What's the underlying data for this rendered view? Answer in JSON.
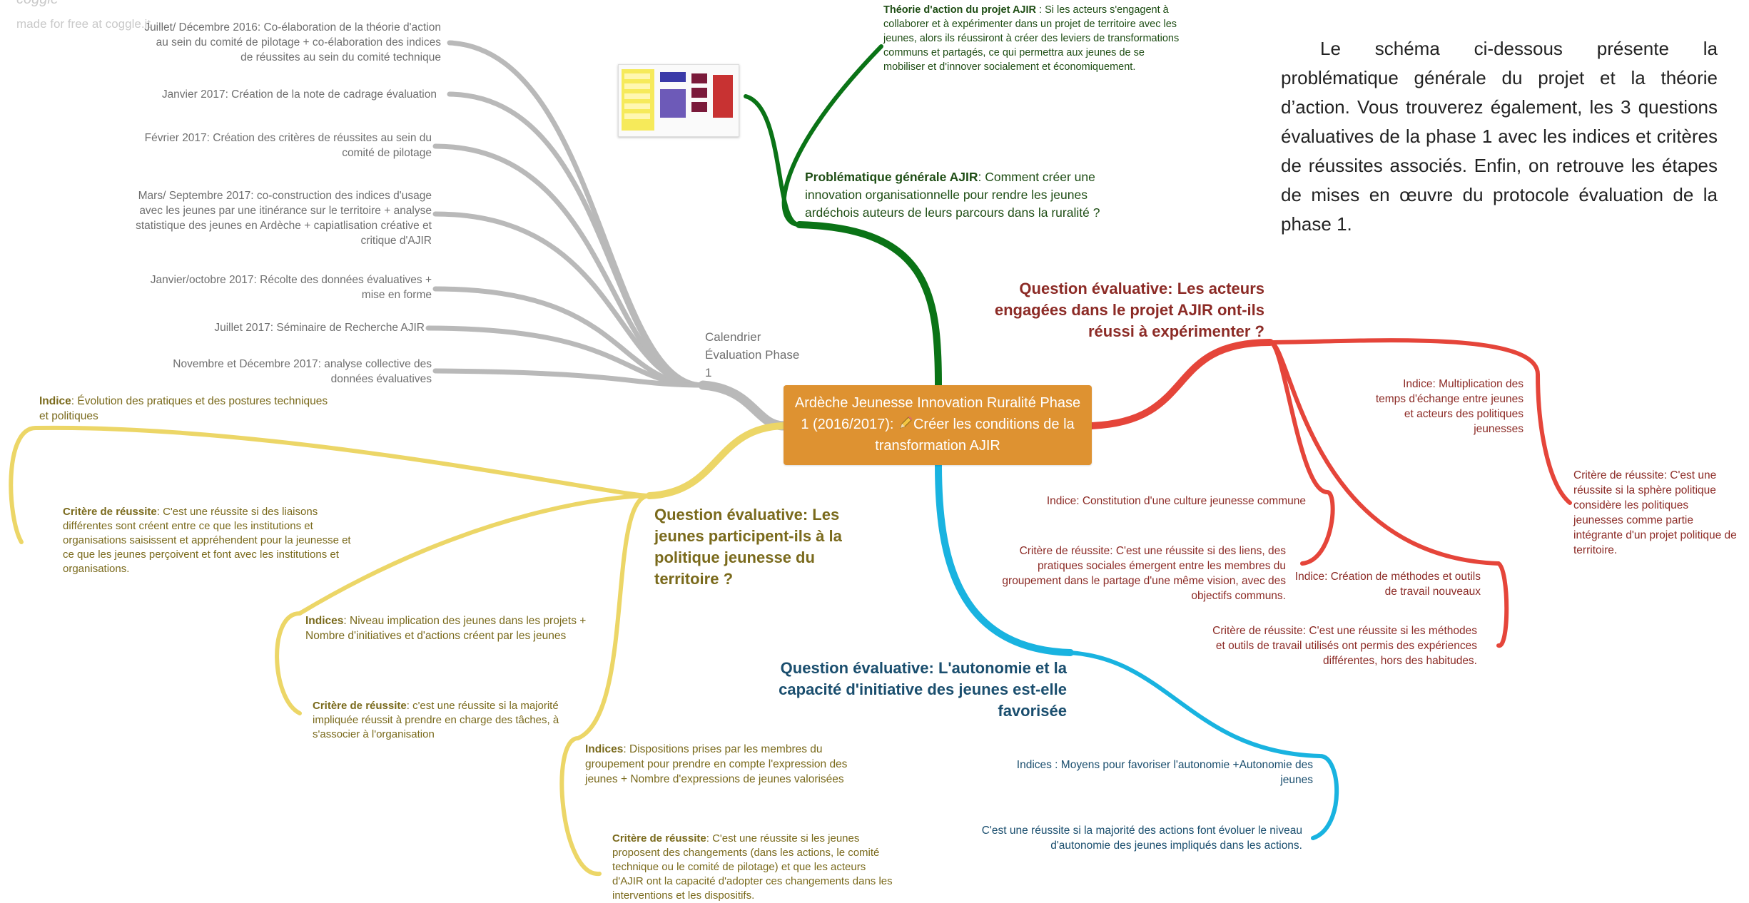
{
  "watermark": {
    "logo": "coggle",
    "text": "made for free at coggle.it"
  },
  "intro_text": "Le schéma ci-dessous présente la problématique générale du projet et la théorie d’action. Vous trouverez également, les 3 questions évaluatives de la phase 1 avec les indices et critères de réussites associés. Enfin, on retrouve les étapes de mises en œuvre du protocole évaluation de la phase 1.",
  "center": {
    "text_before": "Ardèche Jeunesse Innovation Ruralité Phase 1 (2016/2017): ",
    "text_after": "Créer les conditions de la transformation AJIR",
    "icon": "pencil-icon"
  },
  "green": {
    "theorie_label": "Théorie d'action du projet AJIR",
    "theorie_text": " : Si les acteurs s'engagent à collaborer et à expérimenter dans un projet de territoire avec les jeunes, alors ils réussiront à créer des leviers de transformations communs et partagés, ce qui permettra aux jeunes de se mobiliser et d'innover socialement et économiquement.",
    "probleme_label": "Problématique générale AJIR",
    "probleme_text": ": Comment créer une innovation organisationnelle pour rendre les jeunes ardéchois auteurs de leurs parcours dans la ruralité ?"
  },
  "calendar": {
    "title": "Calendrier Évaluation Phase 1",
    "items": [
      "Juillet/ Décembre 2016: Co-élaboration de la théorie d'action au sein du comité de pilotage + co-élaboration des indices de réussites au sein du comité technique",
      "Janvier 2017: Création de la note de cadrage évaluation",
      "Février 2017: Création des critères de réussites au sein du comité de pilotage",
      "Mars/ Septembre 2017: co-construction des indices d'usage avec les jeunes par une itinérance sur le territoire + analyse statistique des jeunes en Ardèche + capiatlisation créative et critique d'AJIR",
      "Janvier/octobre 2017: Récolte des données évaluatives + mise en forme",
      "Juillet 2017: Séminaire de Recherche AJIR",
      "Novembre et Décembre 2017: analyse collective des données évaluatives"
    ]
  },
  "red": {
    "question": "Question évaluative: Les acteurs engagées dans le projet AJIR ont-ils réussi à expérimenter ?",
    "indice1": "Indice: Multiplication des temps d'échange entre jeunes et acteurs des politiques jeunesses",
    "critere1": "Critère de réussite: C'est une réussite si la sphère politique considère les politiques jeunesses comme partie intégrante d'un projet politique de territoire.",
    "indice2": "Indice: Constitution d'une culture jeunesse commune",
    "critere2": "Critère de réussite: C'est une réussite si des liens, des pratiques sociales émergent entre les membres du groupement dans le partage d'une même vision, avec des objectifs communs.",
    "indice3": "Indice: Création de méthodes et outils de travail nouveaux",
    "critere3": "Critère de réussite: C'est une réussite si les méthodes et outils de travail utilisés ont permis des expériences différentes, hors des habitudes."
  },
  "blue": {
    "question": "Question évaluative: L'autonomie et la capacité d'initiative des jeunes est-elle favorisée",
    "indice": "Indices : Moyens pour favoriser l'autonomie +Autonomie des jeunes",
    "critere": "C'est une réussite si la majorité des actions font évoluer le niveau d'autonomie des jeunes impliqués dans les actions."
  },
  "yellow": {
    "question": "Question évaluative: Les jeunes participent-ils à la politique jeunesse du territoire ?",
    "indice1_label": "Indice",
    "indice1_text": ": Évolution des pratiques et des postures techniques et politiques",
    "critere1_label": "Critère de réussite",
    "critere1_text": ": C'est une réussite si des liaisons différentes sont créent entre ce que les institutions et organisations saisissent et appréhendent pour la jeunesse et ce que les jeunes perçoivent et font avec les institutions et organisations.",
    "indice2_label": "Indices",
    "indice2_text": ": Niveau implication des jeunes dans les projets + Nombre d'initiatives et d'actions créent par les jeunes",
    "critere2_label": "Critère de réussite",
    "critere2_text": ": c'est une réussite si la majorité impliquée réussit à prendre en charge des tâches, à s'associer à l'organisation",
    "indice3_label": "Indices",
    "indice3_text": ": Dispositions prises par les membres du groupement pour prendre en compte l'expression des jeunes + Nombre d'expressions de jeunes valorisées",
    "critere3_label": "Critère de réussite",
    "critere3_text": ": C'est une réussite si les jeunes proposent des changements (dans les actions, le comité technique ou le comité de pilotage) et que les acteurs d'AJIR ont la capacité d'adopter ces changements dans les interventions et les dispositifs."
  },
  "colors": {
    "grey": "#b9b9b9",
    "green": "#0a7316",
    "red": "#e5453a",
    "yellow": "#ecd667",
    "blue": "#19b3e0",
    "center": "#de9231"
  }
}
